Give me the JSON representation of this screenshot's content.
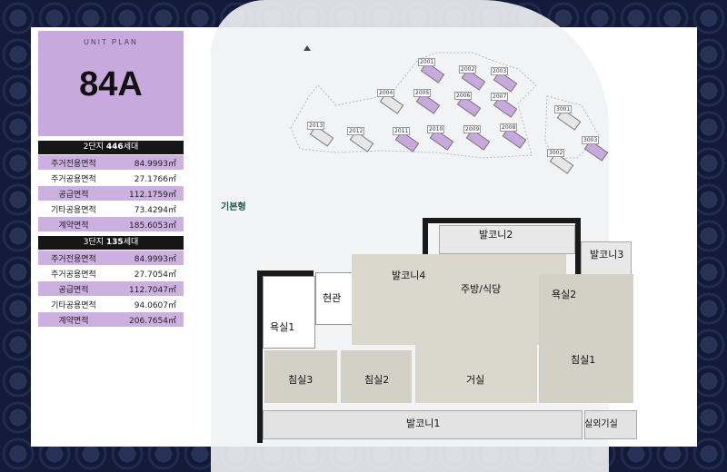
{
  "card": {
    "kicker": "UNIT PLAN",
    "unit_type": "84A",
    "complex2": {
      "prefix": "2단지 ",
      "count": "446",
      "suffix": "세대",
      "rows": [
        {
          "label": "주거전용면적",
          "value": "84.9993㎡"
        },
        {
          "label": "주거공용면적",
          "value": "27.1766㎡"
        },
        {
          "label": "공급면적",
          "value": "112.1759㎡"
        },
        {
          "label": "기타공용면적",
          "value": "73.4294㎡"
        },
        {
          "label": "계약면적",
          "value": "185.6053㎡"
        }
      ]
    },
    "complex3": {
      "prefix": "3단지 ",
      "count": "135",
      "suffix": "세대",
      "rows": [
        {
          "label": "주거전용면적",
          "value": "84.9993㎡"
        },
        {
          "label": "주거공용면적",
          "value": "27.7054㎡"
        },
        {
          "label": "공급면적",
          "value": "112.7047㎡"
        },
        {
          "label": "기타공용면적",
          "value": "94.0607㎡"
        },
        {
          "label": "계약면적",
          "value": "206.7654㎡"
        }
      ]
    }
  },
  "site": {
    "buildings": [
      "2001",
      "2002",
      "2003",
      "2004",
      "2005",
      "2006",
      "2007",
      "2008",
      "2009",
      "2010",
      "2011",
      "2012",
      "2013",
      "3001",
      "3002",
      "3003"
    ]
  },
  "plan": {
    "type_label": "기본형",
    "rooms": {
      "balcony2": "발코니2",
      "balcony3": "발코니3",
      "balcony4": "발코니4",
      "entrance": "현관",
      "kitchen": "주방/식당",
      "bath2": "욕실2",
      "bath1": "욕실1",
      "bed3": "침실3",
      "bed2": "침실2",
      "living": "거실",
      "bed1": "침실1",
      "balcony1": "발코니1",
      "outdoor_unit": "실외기실"
    }
  }
}
